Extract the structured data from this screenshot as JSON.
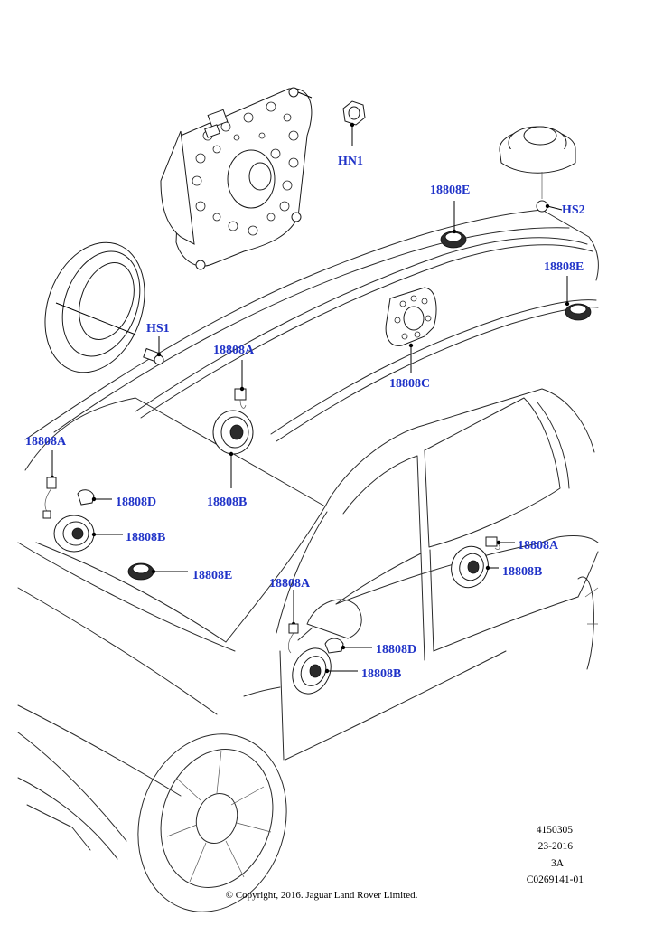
{
  "callouts": {
    "hn1": "HN1",
    "hs2": "HS2",
    "hs1": "HS1",
    "e_top_center": "18808E",
    "e_top_right": "18808E",
    "c_center": "18808C",
    "a_roof": "18808A",
    "b_roof": "18808B",
    "a_left": "18808A",
    "d_left": "18808D",
    "b_left": "18808B",
    "e_left": "18808E",
    "a_rear_door": "18808A",
    "b_rear_door": "18808B",
    "a_front_door": "18808A",
    "d_front_door": "18808D",
    "b_front_door": "18808B"
  },
  "footer": {
    "ref_number": "4150305",
    "date": "23-2016",
    "revision": "3A",
    "drawing_id": "C0269141-01",
    "copyright": "© Copyright, 2016. Jaguar Land Rover Limited."
  }
}
